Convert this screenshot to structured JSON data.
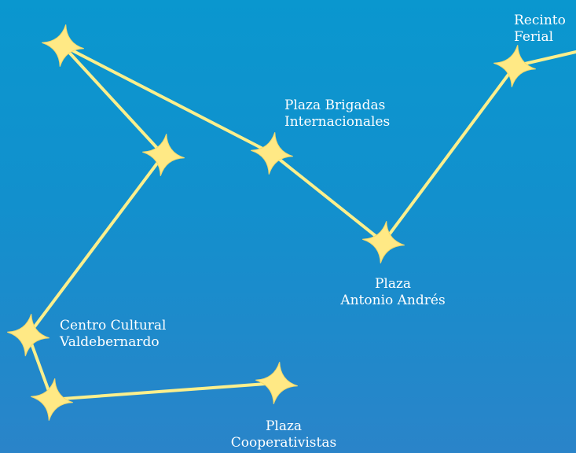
{
  "colors": {
    "background_top": "#0a97cf",
    "background_bottom": "#2a84c9",
    "route": "#fbef8c",
    "star": "#ffe985",
    "label_text": "#ffffff"
  },
  "icon": "four-point-star-icon",
  "stops": {
    "recinto_ferial": {
      "line1": "Recinto",
      "line2": "Ferial"
    },
    "plaza_brigadas": {
      "line1": "Plaza Brigadas",
      "line2": "Internacionales"
    },
    "plaza_antonio_andres": {
      "line1": "Plaza",
      "line2": "Antonio Andrés"
    },
    "centro_cultural": {
      "line1": "Centro Cultural",
      "line2": "Valdebernardo"
    },
    "plaza_cooperativistas": {
      "line1": "Plaza",
      "line2": "Cooperativistas"
    }
  }
}
